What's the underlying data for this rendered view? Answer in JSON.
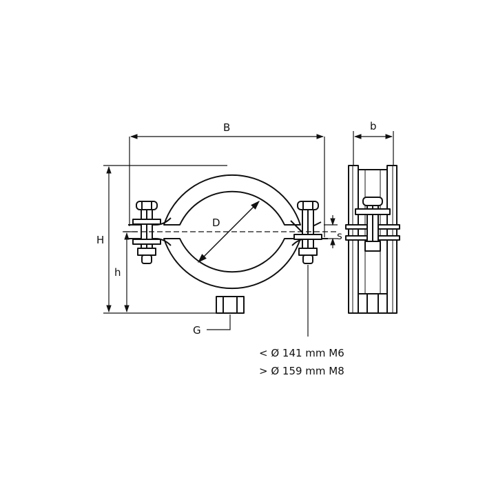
{
  "labels": {
    "B": "B",
    "b": "b",
    "H": "H",
    "h": "h",
    "D": "D",
    "s": "s",
    "G": "G"
  },
  "notes": {
    "line1": "< Ø 141 mm M6",
    "line2": "> Ø 159 mm M8"
  },
  "colors": {
    "ink": "#111111",
    "paper": "#ffffff"
  }
}
